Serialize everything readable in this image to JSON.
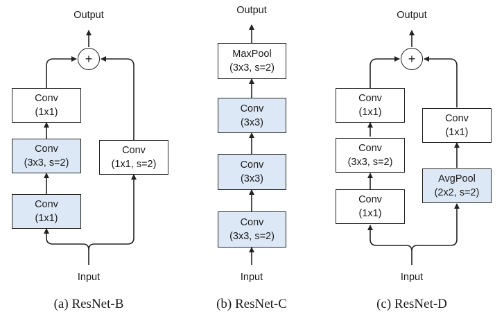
{
  "diagram": {
    "resnet_b": {
      "caption": "(a) ResNet-B",
      "output_label": "Output",
      "input_label": "Input",
      "add_symbol": "+",
      "main_path": [
        {
          "title": "Conv",
          "params": "(1x1)",
          "highlighted": false
        },
        {
          "title": "Conv",
          "params": "(3x3, s=2)",
          "highlighted": true
        },
        {
          "title": "Conv",
          "params": "(1x1)",
          "highlighted": true
        }
      ],
      "shortcut_path": [
        {
          "title": "Conv",
          "params": "(1x1, s=2)",
          "highlighted": false
        }
      ]
    },
    "resnet_c": {
      "caption": "(b) ResNet-C",
      "output_label": "Output",
      "input_label": "Input",
      "main_path": [
        {
          "title": "MaxPool",
          "params": "(3x3, s=2)",
          "highlighted": false
        },
        {
          "title": "Conv",
          "params": "(3x3)",
          "highlighted": true
        },
        {
          "title": "Conv",
          "params": "(3x3)",
          "highlighted": true
        },
        {
          "title": "Conv",
          "params": "(3x3, s=2)",
          "highlighted": true
        }
      ]
    },
    "resnet_d": {
      "caption": "(c) ResNet-D",
      "output_label": "Output",
      "input_label": "Input",
      "add_symbol": "+",
      "main_path": [
        {
          "title": "Conv",
          "params": "(1x1)",
          "highlighted": false
        },
        {
          "title": "Conv",
          "params": "(3x3, s=2)",
          "highlighted": false
        },
        {
          "title": "Conv",
          "params": "(1x1)",
          "highlighted": false
        }
      ],
      "shortcut_path": [
        {
          "title": "Conv",
          "params": "(1x1)",
          "highlighted": false
        },
        {
          "title": "AvgPool",
          "params": "(2x2, s=2)",
          "highlighted": true
        }
      ]
    }
  },
  "colors": {
    "highlight_fill": "#dde8f7",
    "stroke": "#222222"
  }
}
